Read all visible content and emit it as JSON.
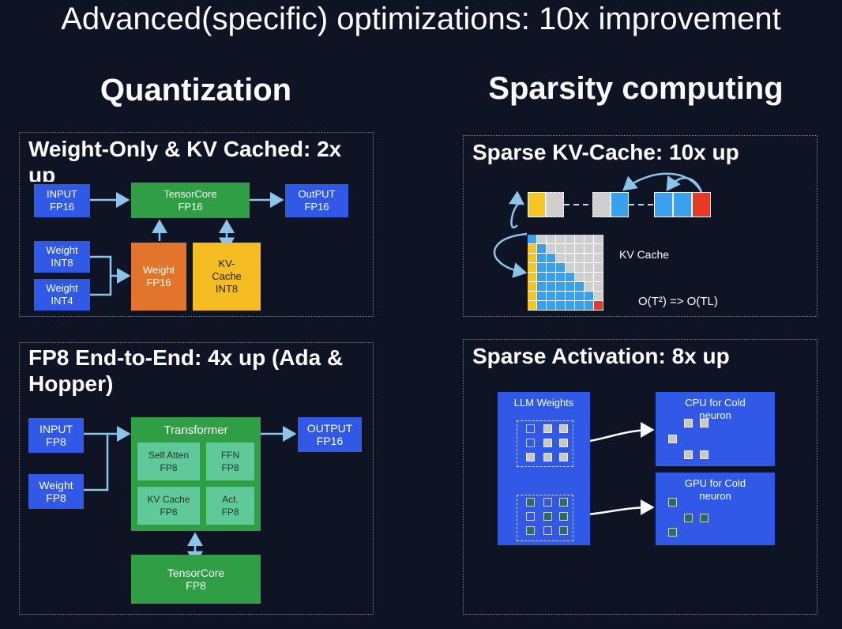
{
  "title": "Advanced(specific) optimizations: 10x improvement",
  "left_heading": "Quantization",
  "right_heading": "Sparsity computing",
  "panel_weight_only": {
    "title": "Weight-Only & KV Cached: 2x up",
    "input": "INPUT\nFP16",
    "tensorcore": "TensorCore\nFP16",
    "output": "OutPUT\nFP16",
    "weight_int8": "Weight\nINT8",
    "weight_int4": "Weight\nINT4",
    "weight_fp16": "Weight\nFP16",
    "kv_cache": "KV-\nCache\nINT8"
  },
  "panel_fp8": {
    "title": "FP8 End-to-End: 4x up (Ada & Hopper)",
    "input": "INPUT\nFP8",
    "weight": "Weight\nFP8",
    "transformer": "Transformer",
    "self_atten": "Self Atten\nFP8",
    "ffn": "FFN\nFP8",
    "kv_cache": "KV Cache\nFP8",
    "act": "Act.\nFP8",
    "output": "OUTPUT\nFP16",
    "tensorcore": "TensorCore\nFP8"
  },
  "panel_sparse_kv": {
    "title": "Sparse KV-Cache: 10x up",
    "kv_cache_label": "KV  Cache",
    "complexity": "O(T²) => O(TL)"
  },
  "panel_sparse_act": {
    "title": "Sparse Activation: 8x up",
    "llm_weights": "LLM Weights",
    "cpu": "CPU for Cold\nneuron",
    "gpu": "GPU for Cold\nneuron"
  }
}
